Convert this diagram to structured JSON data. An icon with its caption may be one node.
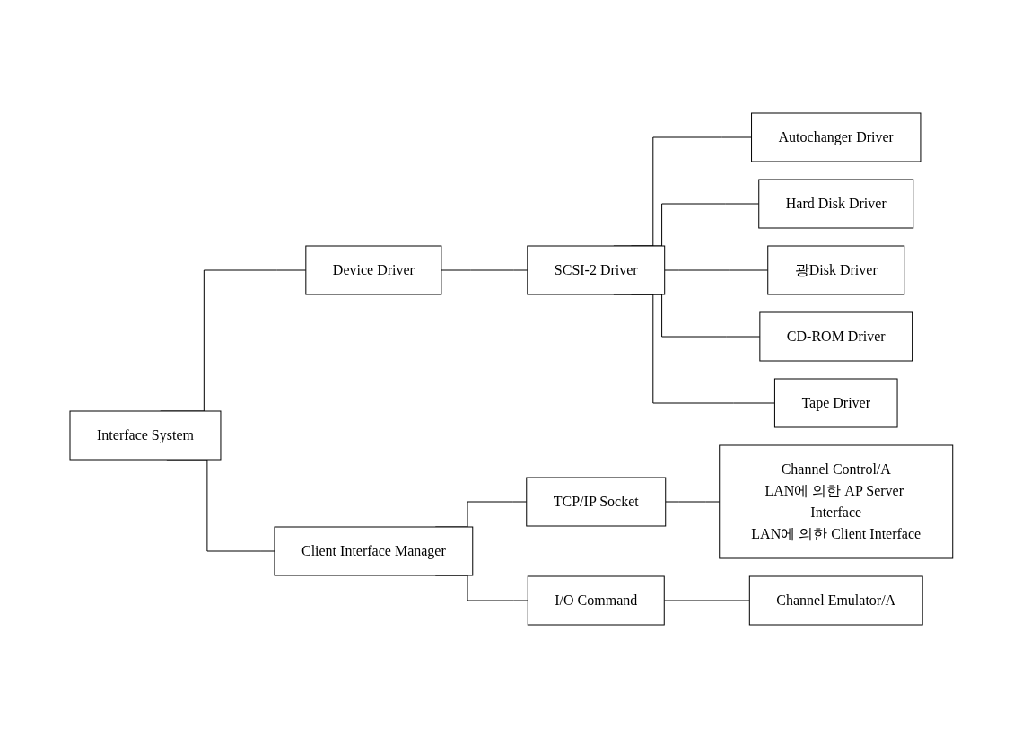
{
  "diagram": {
    "nodes": [
      {
        "text": [
          "Interface System"
        ]
      },
      {
        "text": [
          "Device Driver"
        ]
      },
      {
        "text": [
          "SCSI-2 Driver"
        ]
      },
      {
        "text": [
          "Autochanger Driver"
        ]
      },
      {
        "text": [
          "Hard Disk Driver"
        ]
      },
      {
        "text": [
          "광Disk Driver"
        ]
      },
      {
        "text": [
          "CD-ROM Driver"
        ]
      },
      {
        "text": [
          "Tape Driver"
        ]
      },
      {
        "text": [
          "Client Interface Manager"
        ]
      },
      {
        "text": [
          "TCP/IP Socket"
        ]
      },
      {
        "text": [
          "Channel Control/A",
          "LAN에 의한 AP Server Interface",
          "LAN에 의한 Client Interface"
        ]
      },
      {
        "text": [
          "I/O Command"
        ]
      },
      {
        "text": [
          "Channel Emulator/A"
        ]
      }
    ],
    "edges": [
      {
        "from": 0,
        "to": 1,
        "arrow": "none"
      },
      {
        "from": 0,
        "to": 8,
        "arrow": "none"
      },
      {
        "from": 1,
        "to": 2,
        "arrow": "none"
      },
      {
        "from": 2,
        "to": 3,
        "arrow": "none"
      },
      {
        "from": 2,
        "to": 4,
        "arrow": "none"
      },
      {
        "from": 2,
        "to": 5,
        "arrow": "none"
      },
      {
        "from": 2,
        "to": 6,
        "arrow": "none"
      },
      {
        "from": 2,
        "to": 7,
        "arrow": "none"
      },
      {
        "from": 8,
        "to": 9,
        "arrow": "none"
      },
      {
        "from": 8,
        "to": 11,
        "arrow": "none"
      },
      {
        "from": 9,
        "to": 10,
        "arrow": "none"
      },
      {
        "from": 11,
        "to": 12,
        "arrow": "none"
      }
    ]
  }
}
